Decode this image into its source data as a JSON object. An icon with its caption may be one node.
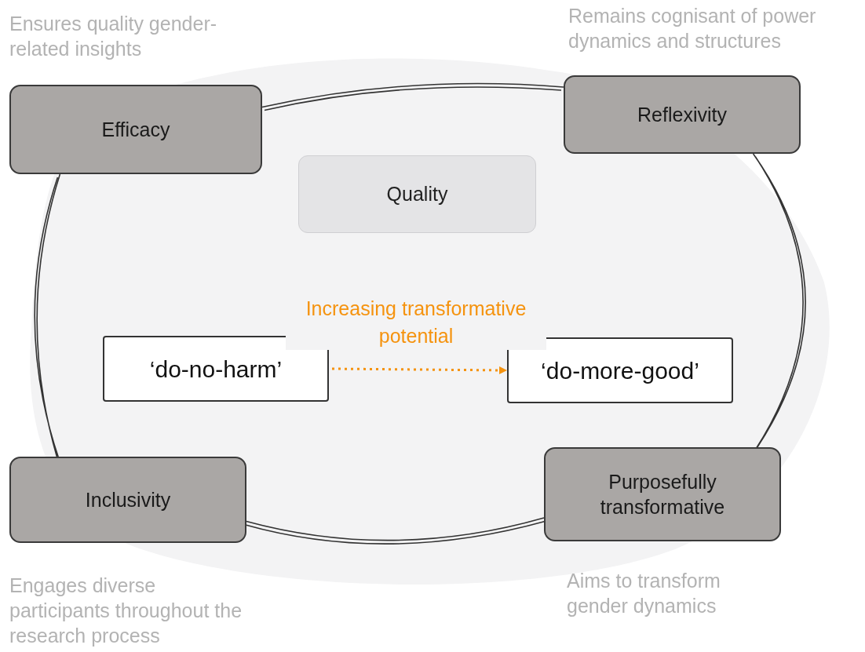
{
  "diagram": {
    "nodes": [
      {
        "text": [
          "Efficacy"
        ],
        "beside": [
          "Ensures quality gender-related insights"
        ]
      },
      {
        "text": [
          "Reflexivity"
        ],
        "beside": [
          "Remains cognisant of power dynamics and structures"
        ]
      },
      {
        "text": [
          "Quality"
        ]
      },
      {
        "text": [
          "‘do-no-harm’"
        ]
      },
      {
        "text": [
          "‘do-more-good’"
        ]
      },
      {
        "text": [
          "Inclusivity"
        ],
        "beside": [
          "Engages diverse participants throughout the research process"
        ]
      },
      {
        "text": [
          "Purposefully transformative"
        ],
        "beside": [
          "Aims to transform gender dynamics"
        ]
      }
    ],
    "edges": [
      {
        "from": 0,
        "to": 1,
        "arrow": "none"
      },
      {
        "from": 1,
        "to": 6,
        "arrow": "none"
      },
      {
        "from": 6,
        "to": 5,
        "arrow": "none"
      },
      {
        "from": 5,
        "to": 0,
        "arrow": "none"
      },
      {
        "from": 3,
        "to": 4,
        "arrow": "to",
        "label": "Increasing transformative potential",
        "style": "dashed",
        "color": "#f5930f"
      }
    ]
  }
}
